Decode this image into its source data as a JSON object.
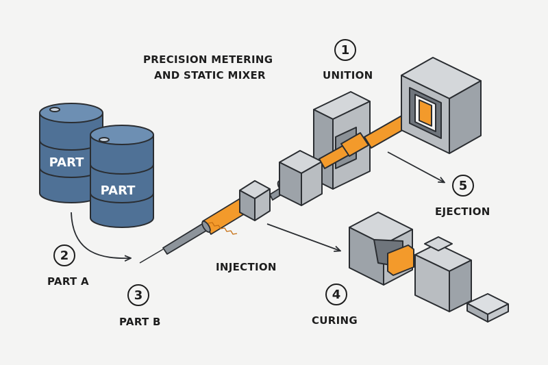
{
  "labels": {
    "metering_line1": "PRECISION METERING",
    "metering_line2": "AND STATIC MIXER",
    "unition": "UNITION",
    "part_a": "PART A",
    "part_b": "PART B",
    "injection": "INJECTION",
    "curing": "CURING",
    "ejection": "EJECTION"
  },
  "barrels": {
    "label_a": "PART",
    "label_b": "PART"
  },
  "steps": {
    "unition": "1",
    "part_a": "2",
    "part_b": "3",
    "curing": "4",
    "ejection": "5"
  },
  "colors": {
    "background": "#f4f4f3",
    "barrel_blue": "#4f7196",
    "machine_gray": "#b9bdc1",
    "material_orange": "#f39a2b",
    "outline": "#2a2d31"
  }
}
